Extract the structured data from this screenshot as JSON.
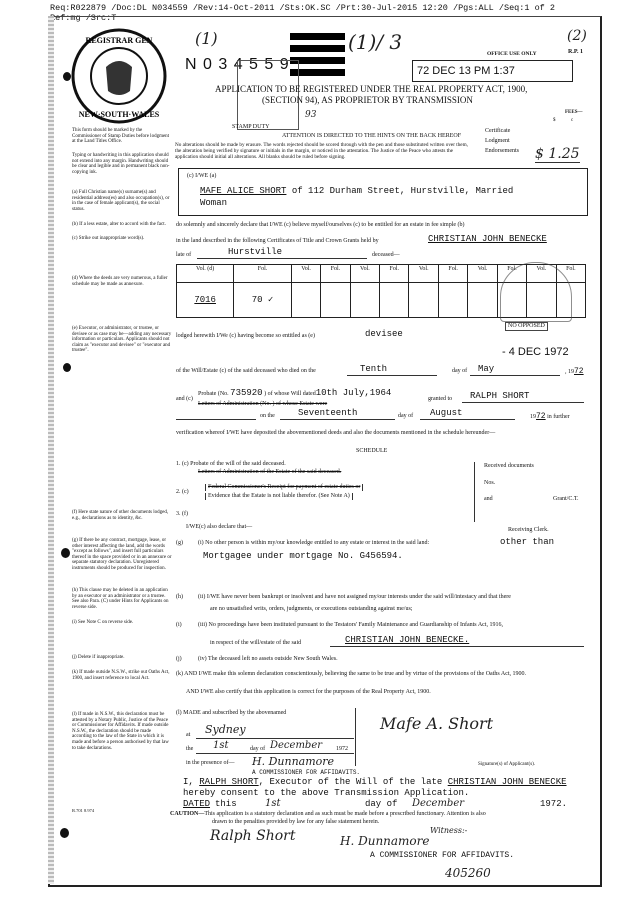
{
  "header": {
    "line1": "Req:R022879 /Doc:DL N034559 /Rev:14-Oct-2011 /Sts:OK.SC  /Prt:30-Jul-2015 12:20 /Pgs:ALL /Seq:1 of 2",
    "line2": "Ref:mg /Src:T"
  },
  "seal": {
    "text": "REGISTRAR GENERAL · NEW SOUTH WALES"
  },
  "doc_number": "N 0 3 4 5 5 9",
  "annot_1": "(1)",
  "annot_2": "(2)",
  "form_code": "R.P. 1",
  "office_use": {
    "label": "OFFICE USE ONLY",
    "stamp": "72 DEC 13 PM 1:37"
  },
  "title": {
    "line1": "APPLICATION TO BE REGISTERED UNDER THE REAL PROPERTY ACT, 1900,",
    "line2": "(SECTION 94), AS PROPRIETOR BY TRANSMISSION"
  },
  "stamp_duty": "STAMP DUTY",
  "stamp_num": "93",
  "attention": "ATTENTION IS DIRECTED TO THE HINTS ON THE BACK HEREOF",
  "alterations": "No alterations should be made by erasure. The words rejected should be scored through with the pen and those substituted written over them, the alteration being verified by signature or initials in the margin, or noticed in the attestation. The Justice of the Peace who attests the application should initial all alterations. All blanks should be ruled before signing.",
  "fees": {
    "label": "FEES—",
    "dollar": "$",
    "cents": "c",
    "rows": [
      "Certificate",
      "Lodgment",
      "Endorsements"
    ],
    "total": "$ 1.25"
  },
  "notes": {
    "n1": "This form should be marked by the Commissioner of Stamp Duties before lodgment at the Land Titles Office.",
    "n2": "Typing or handwriting in this application should not extend into any margin. Handwriting should be clear and legible and in permanent black non-copying ink.",
    "a": "(a) Full Christian name(s) surname(s) and residential address(es) and also occupation(s), or in the case of female applicant(s), the social status.",
    "b": "(b) If a less estate, alter to accord with the fact.",
    "c": "(c) Strike out inappropriate word(s).",
    "d": "(d) Where the deeds are very numerous, a fuller schedule may be made as annexure.",
    "e": "(e) Executor, or administrator, or trustee, or devisee or as case may be—adding any necessary information or particulars. Applicants should not claim as \"executor and devisee\" or \"executor and trustee\".",
    "f": "(f) Here state nature of other documents lodged, e.g., declarations as to identity, &c.",
    "g": "(g) If there be any contract, mortgage, lease, or other interest affecting the land, add the words \"except as follows\", and insert full particulars thereof in the space provided or in an annexure or separate statutory declaration. Unregistered instruments should be produced for inspection.",
    "h": "(h) This clause may be deleted in an application by an executor or an administrator or a trustee. See also Para. (C) under Hints for Applicants on reverse side.",
    "i": "(i) See Note C on reverse side.",
    "j": "(j) Delete if inappropriate.",
    "k": "(k) If made outside N.S.W., strike out Oaths Act, 1900, and insert reference to local Act.",
    "l": "(l) If made in N.S.W., this declaration must be attested by a Notary Public, Justice of the Peace or Commissioner for Affidavits. If made outside N.S.W., the declaration should be made according to the law of the State in which it is made and before a person authorised by that law to take declarations.",
    "code": "R.701 8.974"
  },
  "applicant": {
    "label": "(c) I/WE (a)",
    "name": "MAFE ALICE SHORT",
    "of": "of",
    "address": "112 Durham Street, Hurstville, Married",
    "address2": "Woman"
  },
  "declare": "do solemnly and sincerely declare that I/WE (c) believe myself/ourselves (c) to be entitled for an estate in fee simple (b)",
  "land": {
    "text": "in the land described in the following Certificates of Title and Crown Grants held by",
    "holder": "CHRISTIAN JOHN BENECKE",
    "late_of": "late of",
    "place": "Hurstville",
    "deceased": "deceased—"
  },
  "table": {
    "headers": [
      "Vol. (d)",
      "Fol.",
      "Vol.",
      "Fol.",
      "Vol.",
      "Fol.",
      "Vol.",
      "Fol.",
      "Vol.",
      "Fol.",
      "Vol.",
      "Fol."
    ],
    "values": [
      "7016",
      "70 ✓"
    ]
  },
  "stamp2": "NO OPPOSED",
  "lodged": {
    "text": "lodged herewith I/We (c) having become so entitled as (e)",
    "value": "devisee"
  },
  "date_stamp": "- 4 DEC 1972",
  "will": {
    "text": "of the Will/Estate (c) of the said deceased who died on the",
    "day": "Tenth",
    "day_of": "day of",
    "month": "May",
    "year_prefix": ", 19",
    "year": "72"
  },
  "probate": {
    "prefix": "and (c)",
    "text": "Probate (No.",
    "number": "735920",
    "mid": ") of whose Will dated",
    "date": "10th July,1964",
    "granted": "granted to",
    "grantee": "RALPH SHORT",
    "letters": "Letters of Administration (No.                    ) of whose Estate were"
  },
  "on": {
    "on_the": "on the",
    "day": "Seventeenth",
    "day_of": "day of",
    "month": "August",
    "year_prefix": "19",
    "year": "72",
    "further": "in further"
  },
  "verification": "verification whereof I/WE have deposited the abovementioned deeds and also the documents mentioned in the schedule hereunder—",
  "schedule": {
    "title": "SCHEDULE",
    "i1a": "1. (c) Probate of the will of the said deceased.",
    "i1b": "Letters of Administration of the Estate of the said deceased.",
    "i2a": "Federal Commissioner's Receipt for payment of estate duties or",
    "i2b": "Evidence that the Estate is not liable therefor. (See Note A)",
    "i2label": "2. (c)",
    "i3": "3. (f)",
    "received": "Received documents",
    "nos": "Nos.",
    "and": "and",
    "grant": "Grant/C.T.",
    "clerk": "Receiving Clerk."
  },
  "also": "I/WE(c) also declare that—",
  "g": {
    "label": "(g)",
    "text": "(i) No other person is within my/our knowledge entitled to any estate or interest in the said land:",
    "value": "other than",
    "value2": "Mortgagee under mortgage No. G456594."
  },
  "h": {
    "label": "(h)",
    "text": "(ii) I/WE have never been bankrupt or insolvent and have not assigned my/our interests under the said will/intestacy and that there",
    "text2": "are no unsatisfied writs, orders, judgments, or executions outstanding against me/us;"
  },
  "i": {
    "label": "(i)",
    "text": "(iii) No proceedings have been instituted pursuant to the Testators' Family Maintenance and Guardianship of Infants Act, 1916,",
    "text2": "in respect of the will/estate of the said",
    "name": "CHRISTIAN JOHN BENECKE."
  },
  "j": {
    "label": "(j)",
    "text": "(iv) The deceased left no assets outside New South Wales."
  },
  "k": {
    "text": "(k) AND I/WE make this solemn declaration conscientiously, believing the same to be true and by virtue of the provisions of the Oaths Act, 1900.",
    "text2": "AND I/WE also certify that this application is correct for the purposes of the Real Property Act, 1900."
  },
  "made": {
    "text": "(l) MADE and subscribed by the abovenamed",
    "at": "at",
    "place": "Sydney",
    "the": "the",
    "day": "1st",
    "day_of": "day of",
    "month": "December",
    "year": "1972",
    "presence": "in the presence of—",
    "witness_sig": "H. Dunnamore",
    "commissioner": "A COMMISSIONER FOR AFFIDAVITS.",
    "applicant_sig": "Mafe A. Short",
    "sig_label": "Signature(s) of Applicant(s)."
  },
  "consent": {
    "l1a": "I,",
    "name": "RALPH SHORT",
    "l1b": ", Executor of the Will of the late",
    "deceased": "CHRISTIAN JOHN BENECKE",
    "l2": "hereby consent to the above Transmission Application.",
    "dated": "DATED",
    "this": "this",
    "day": "1st",
    "day_of": "day of",
    "month": "December",
    "year": "1972."
  },
  "caution": {
    "label": "CAUTION—",
    "text": "This application is a statutory declaration and as such must be made before a prescribed functionary. Attention is also",
    "text2": "drawn to the penalties provided by law for any false statement herein."
  },
  "bottom": {
    "ralph_sig": "Ralph Short",
    "witness_label": "Witness:-",
    "witness_sig": "H. Dunnamore",
    "commissioner": "A COMMISSIONER FOR AFFIDAVITS.",
    "ref": "405260"
  }
}
